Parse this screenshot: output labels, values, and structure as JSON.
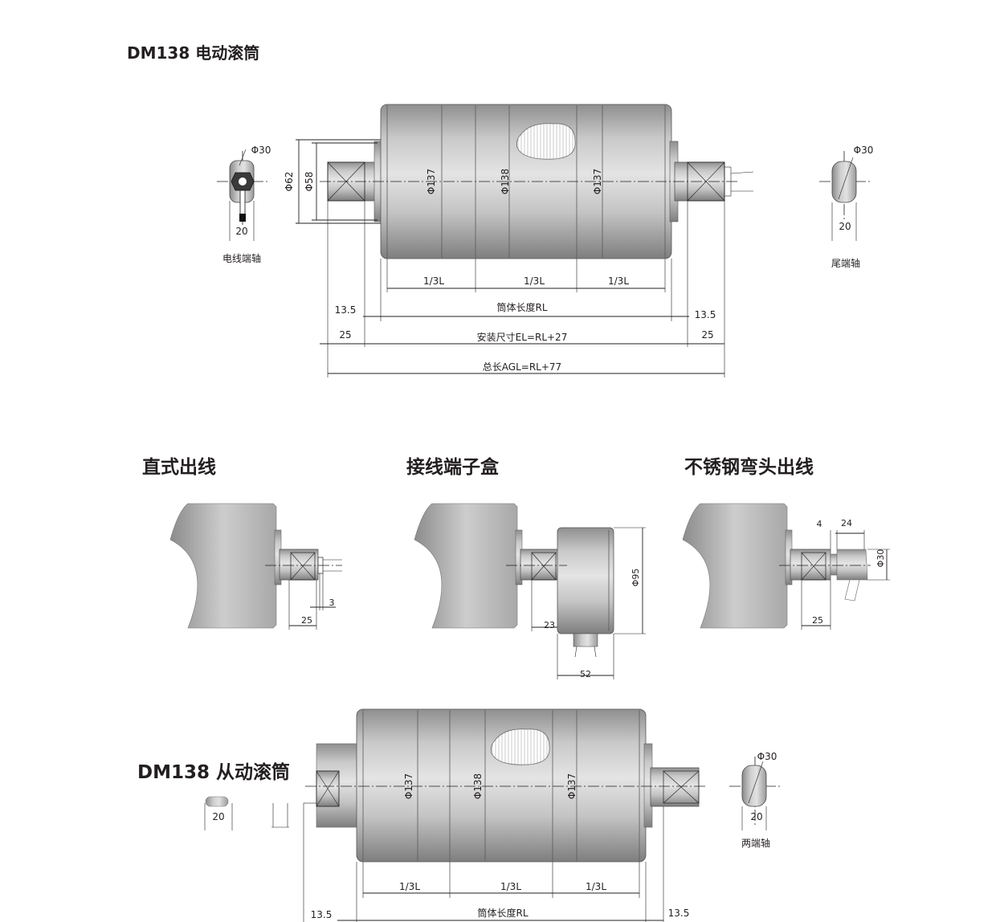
{
  "headings": {
    "motorized": "DM138 电动滚筒",
    "straight": "直式出线",
    "junction": "接线端子盒",
    "stainless": "不锈钢弯头出线",
    "idler": "DM138 从动滚筒"
  },
  "motorized": {
    "cable_end": {
      "dia": "Φ30",
      "flat": "20",
      "label": "电线端轴"
    },
    "tail_end": {
      "dia": "Φ30",
      "flat": "20",
      "label": "尾端轴"
    },
    "phi62": "Φ62",
    "phi58": "Φ58",
    "phi137_left": "Φ137",
    "phi138": "Φ138",
    "phi137_right": "Φ137",
    "third_1": "1/3L",
    "third_2": "1/3L",
    "third_3": "1/3L",
    "left_13_5": "13.5",
    "right_13_5": "13.5",
    "rl": "筒体长度RL",
    "left_25": "25",
    "right_25": "25",
    "el": "安装尺寸EL=RL+27",
    "agl": "总长AGL=RL+77"
  },
  "straight": {
    "d25": "25",
    "d3": "3"
  },
  "junction": {
    "phi95": "Φ95",
    "d23": "23",
    "d52": "52"
  },
  "stainless": {
    "d4": "4",
    "d24": "24",
    "phi30": "Φ30",
    "d25": "25"
  },
  "idler": {
    "left_flat": "20",
    "right_end": {
      "dia": "Φ30",
      "flat": "20",
      "label": "两端轴"
    },
    "phi137_left": "Φ137",
    "phi138": "Φ138",
    "phi137_right": "Φ137",
    "third_1": "1/3L",
    "third_2": "1/3L",
    "third_3": "1/3L",
    "left_13_5": "13.5",
    "rl": "筒体长度RL",
    "right_13_5": "13.5"
  }
}
